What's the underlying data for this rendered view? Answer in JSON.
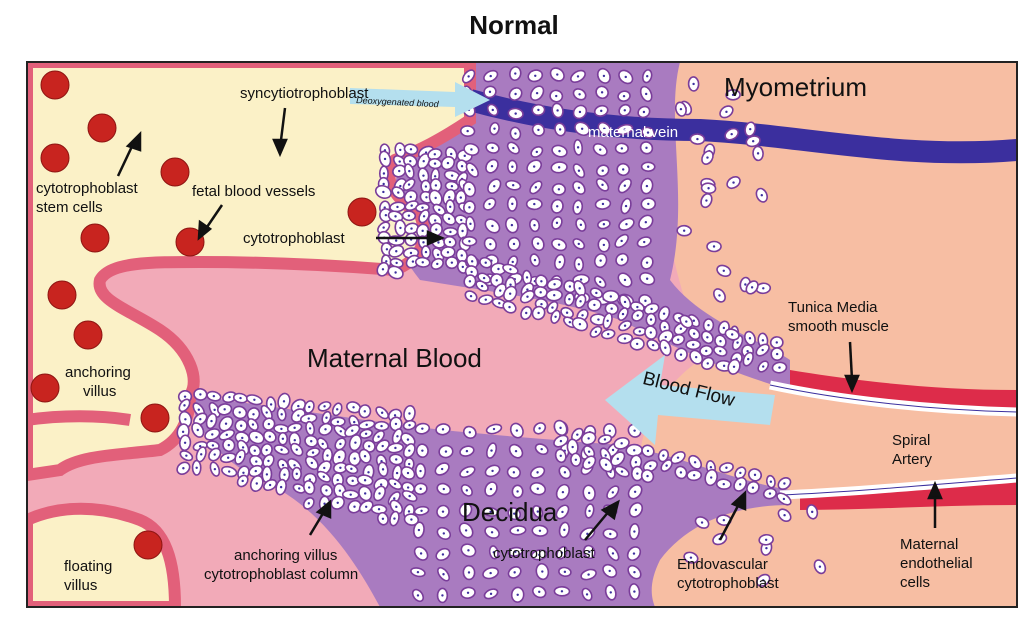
{
  "title": "Normal",
  "labels": {
    "syncytiotrophoblast": "syncytiotrophoblast",
    "deoxygenated_blood": "Deoxygenated blood",
    "myometrium": "Myometrium",
    "maternal_vein": "maternal vein",
    "ct_stem_1": "cytotrophoblast",
    "ct_stem_2": "stem cells",
    "fetal_vessels": "fetal blood vessels",
    "cytotrophoblast_upper": "cytotrophoblast",
    "tunica_1": "Tunica Media",
    "tunica_2": "smooth muscle",
    "maternal_blood": "Maternal Blood",
    "anchoring_villus_1": "anchoring",
    "anchoring_villus_2": "villus",
    "blood_flow": "Blood Flow",
    "spiral_1": "Spiral",
    "spiral_2": "Artery",
    "decidua": "Decidua",
    "av_column_1": "anchoring villus",
    "av_column_2": "cytotrophoblast column",
    "cytotrophoblast_lower": "cytotrophoblast",
    "endovascular_1": "Endovascular",
    "endovascular_2": "cytotrophoblast",
    "maternal_endo_1": "Maternal",
    "maternal_endo_2": "endothelial",
    "maternal_endo_3": "cells",
    "floating_villus_1": "floating",
    "floating_villus_2": "villus"
  },
  "colors": {
    "maternal_blood": "#f2aab8",
    "fetal_villus": "#fbf1c7",
    "syncytio": "#e2607a",
    "decidua": "#a97bc0",
    "myometrium": "#f7bea3",
    "vein": "#3b2f9e",
    "artery_muscle": "#dd2c4a",
    "rbc": "#c8241f",
    "cell_outline": "#7a3d9a",
    "flow_arrow": "#b4dfee"
  }
}
